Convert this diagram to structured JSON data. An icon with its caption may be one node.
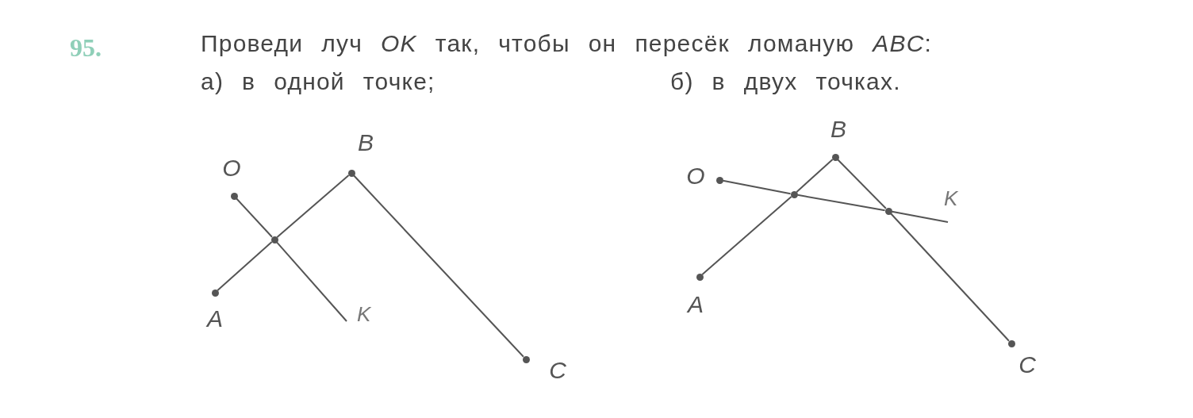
{
  "diagram": {
    "nodes": [
      {
        "text": [],
        "shape": "circle",
        "beside": [
          "O"
        ]
      },
      {
        "text": [],
        "shape": "circle",
        "beside": [
          "B"
        ]
      },
      {
        "text": [],
        "shape": "circle",
        "beside": [
          "A"
        ]
      },
      {
        "text": [],
        "shape": "circle"
      },
      {
        "text": [],
        "shape": "circle",
        "beside": [
          "C"
        ]
      },
      {
        "text": [],
        "shape": "circle",
        "beside": [
          "O"
        ]
      },
      {
        "text": [],
        "shape": "circle",
        "beside": [
          "B"
        ]
      },
      {
        "text": [],
        "shape": "circle"
      },
      {
        "text": [],
        "shape": "circle"
      },
      {
        "text": [],
        "shape": "circle",
        "beside": [
          "A"
        ]
      },
      {
        "text": [],
        "shape": "circle",
        "beside": [
          "C"
        ]
      }
    ],
    "edges": [
      {
        "from": 2,
        "to": 3,
        "arrow": "none"
      },
      {
        "from": 3,
        "to": 1,
        "arrow": "none"
      },
      {
        "from": 1,
        "to": 4,
        "arrow": "none"
      },
      {
        "from": 0,
        "to": 3,
        "arrow": "none"
      },
      {
        "from": 3,
        "to": null,
        "arrow": "none"
      },
      {
        "from": 9,
        "to": 7,
        "arrow": "none"
      },
      {
        "from": 7,
        "to": 6,
        "arrow": "none"
      },
      {
        "from": 6,
        "to": 8,
        "arrow": "none"
      },
      {
        "from": 8,
        "to": 10,
        "arrow": "none"
      },
      {
        "from": 5,
        "to": 7,
        "arrow": "none"
      },
      {
        "from": 7,
        "to": 8,
        "arrow": "none"
      },
      {
        "from": 8,
        "to": null,
        "arrow": "none"
      }
    ],
    "labels": [
      "95.",
      "Проведи луч *OK* так, чтобы он пересёк ломаную *ABC*:",
      "а) в одной точке;",
      "б) в двух точках.",
      "K",
      "K"
    ]
  }
}
